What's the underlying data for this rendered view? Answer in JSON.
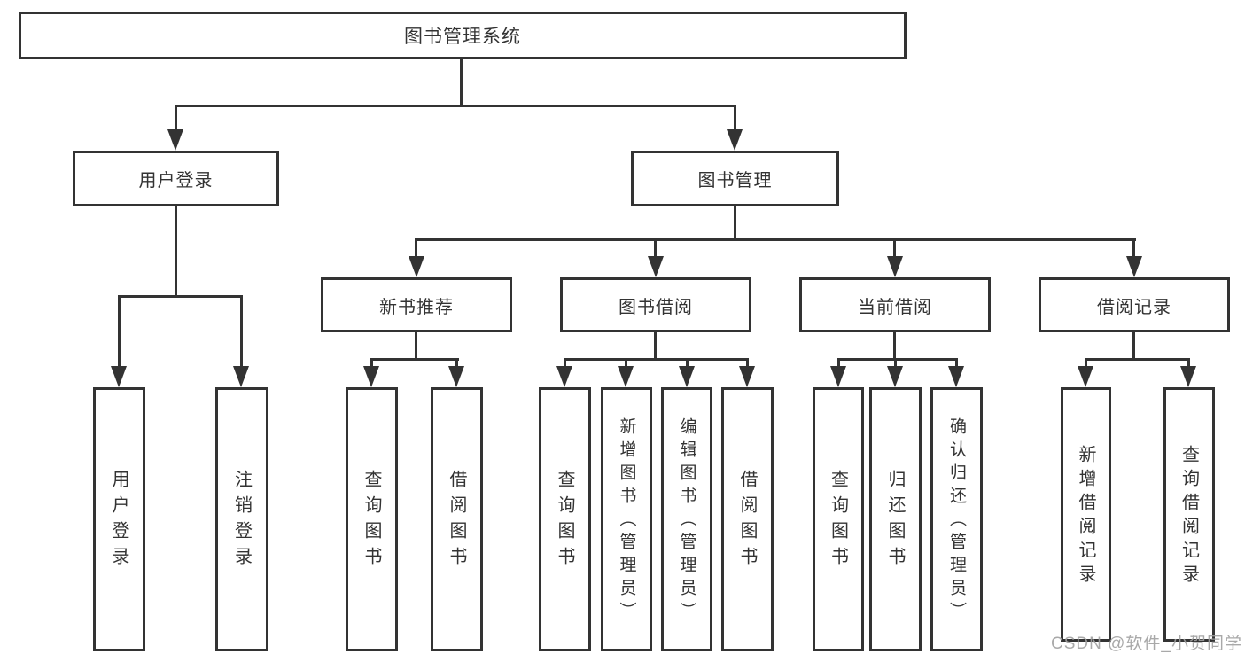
{
  "diagram": {
    "root": {
      "label": "图书管理系统"
    },
    "branches": [
      {
        "label": "用户登录",
        "children": [
          {
            "label": "用户登录"
          },
          {
            "label": "注销登录"
          }
        ]
      },
      {
        "label": "图书管理",
        "children": [
          {
            "label": "新书推荐",
            "children": [
              {
                "label": "查询图书"
              },
              {
                "label": "借阅图书"
              }
            ]
          },
          {
            "label": "图书借阅",
            "children": [
              {
                "label": "查询图书"
              },
              {
                "label": "新增图书（管理员）"
              },
              {
                "label": "编辑图书（管理员）"
              },
              {
                "label": "借阅图书"
              }
            ]
          },
          {
            "label": "当前借阅",
            "children": [
              {
                "label": "查询图书"
              },
              {
                "label": "归还图书"
              },
              {
                "label": "确认归还（管理员）"
              }
            ]
          },
          {
            "label": "借阅记录",
            "children": [
              {
                "label": "新增借阅记录"
              },
              {
                "label": "查询借阅记录"
              }
            ]
          }
        ]
      }
    ]
  },
  "watermark": {
    "text": "CSDN @软件_小贺同学"
  },
  "colors": {
    "line": "#333333",
    "text": "#333333",
    "background": "#ffffff",
    "watermark": "#a0a0a0"
  }
}
